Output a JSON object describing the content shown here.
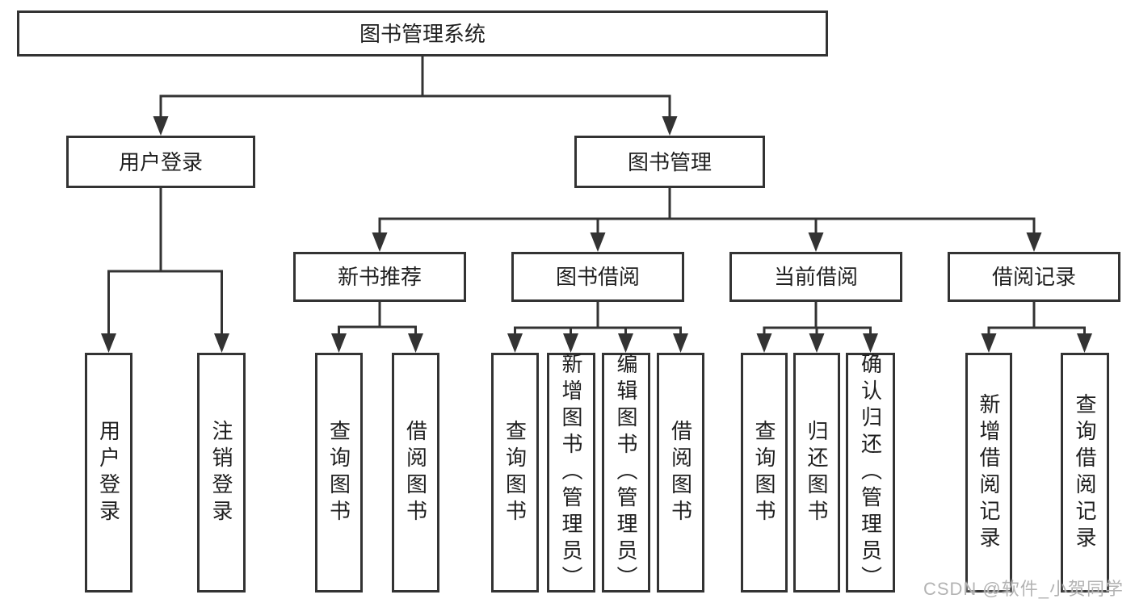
{
  "tree": {
    "root": {
      "label": "图书管理系统"
    },
    "user_branch": {
      "label": "用户登录",
      "leaves": [
        {
          "label": "用户登录"
        },
        {
          "label": "注销登录"
        }
      ]
    },
    "book_branch": {
      "label": "图书管理",
      "sections": [
        {
          "label": "新书推荐",
          "leaves": [
            {
              "label": "查询图书"
            },
            {
              "label": "借阅图书"
            }
          ]
        },
        {
          "label": "图书借阅",
          "leaves": [
            {
              "label": "查询图书"
            },
            {
              "label": "新增图书（管理员）"
            },
            {
              "label": "编辑图书（管理员）"
            },
            {
              "label": "借阅图书"
            }
          ]
        },
        {
          "label": "当前借阅",
          "leaves": [
            {
              "label": "查询图书"
            },
            {
              "label": "归还图书"
            },
            {
              "label": "确认归还（管理员）"
            }
          ]
        },
        {
          "label": "借阅记录",
          "leaves": [
            {
              "label": "新增借阅记录"
            },
            {
              "label": "查询借阅记录"
            }
          ]
        }
      ]
    }
  },
  "watermark": {
    "text": "CSDN @软件_小贺同学",
    "color": "#b3b3b3"
  },
  "colors": {
    "line": "#333333",
    "box_border": "#333333",
    "text": "#1f1f1f",
    "background": "#ffffff"
  }
}
